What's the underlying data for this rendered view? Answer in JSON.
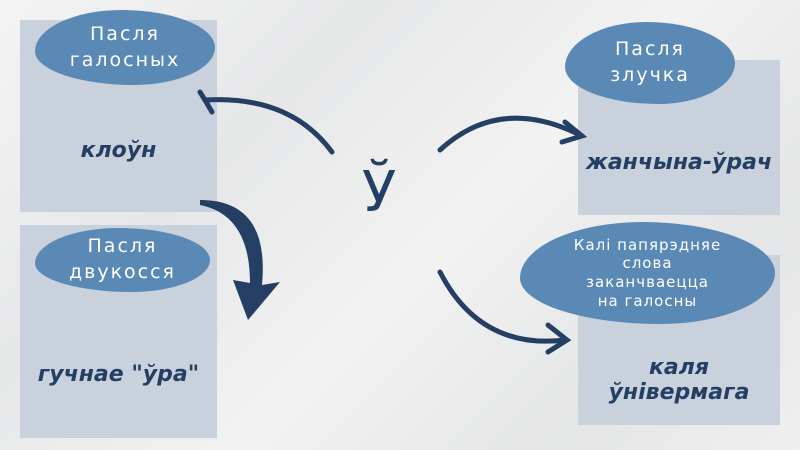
{
  "center_letter": "Ў",
  "cards": [
    {
      "title_lines": [
        "Пасля",
        "галосных"
      ],
      "example": "клоўн"
    },
    {
      "title_lines": [
        "Пасля",
        "двукосся"
      ],
      "example": "гучнае \"ўра\""
    },
    {
      "title_lines": [
        "Пасля",
        "злучка"
      ],
      "example": "жанчына-ўрач"
    },
    {
      "title_lines": [
        "Калі папярэдняе",
        "слова",
        "заканчваецца",
        "на галосны"
      ],
      "example": "каля ўнівермага"
    }
  ],
  "colors": {
    "box": "#c8d1dc",
    "blob": "#5b89b6",
    "text": "#243f63"
  }
}
